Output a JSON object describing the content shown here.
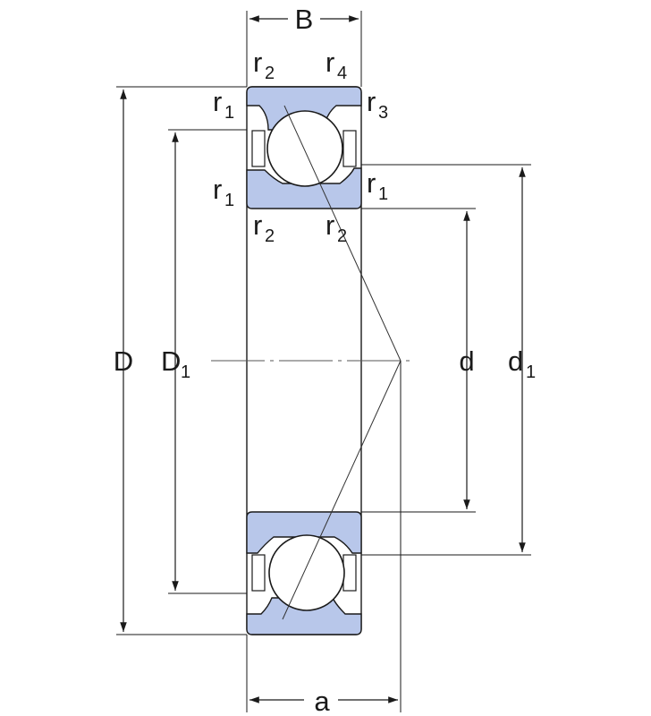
{
  "labels": {
    "B": "B",
    "D": "D",
    "D1": "D",
    "D1_sub": "1",
    "d": "d",
    "d1": "d",
    "d1_sub": "1",
    "a": "a",
    "r": "r",
    "sub1": "1",
    "sub2": "2",
    "sub3": "3",
    "sub4": "4"
  },
  "colors": {
    "ring_fill": "#b8c7ea",
    "line": "#1a1a1a"
  }
}
